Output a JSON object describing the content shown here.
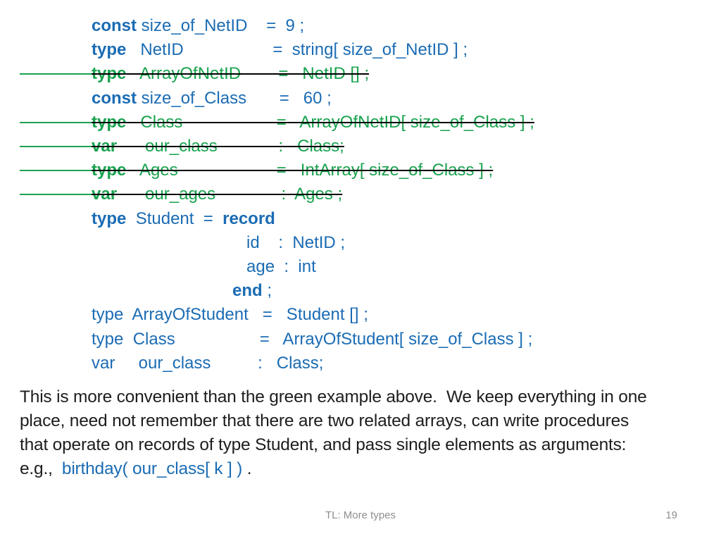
{
  "palette": {
    "background": "#ffffff",
    "blue": "#1b6cb4",
    "green": "#1aa34f",
    "text": "#1d1d1d",
    "gray": "#8f8f8f"
  },
  "code": {
    "lines": [
      {
        "struck": false,
        "segments": [
          {
            "text": "const",
            "bold": true,
            "color": "blue"
          },
          {
            "text": " size_of_NetID    =  9 ;",
            "bold": false,
            "color": "blue"
          }
        ]
      },
      {
        "struck": false,
        "segments": [
          {
            "text": "type",
            "bold": true,
            "color": "blue"
          },
          {
            "text": "   NetID                   =  string[ size_of_NetID ] ;",
            "bold": false,
            "color": "blue"
          }
        ]
      },
      {
        "struck": true,
        "segments": [
          {
            "text": "type",
            "bold": true,
            "color": "green"
          },
          {
            "text": "   ArrayOfNetID        =   NetID [] ;",
            "bold": false,
            "color": "green"
          }
        ]
      },
      {
        "struck": false,
        "segments": [
          {
            "text": "const",
            "bold": true,
            "color": "blue"
          },
          {
            "text": " size_of_Class       =   60 ;",
            "bold": false,
            "color": "blue"
          }
        ]
      },
      {
        "struck": true,
        "segments": [
          {
            "text": "type",
            "bold": true,
            "color": "green"
          },
          {
            "text": "   Class                    =   ArrayOfNetID[ size_of_Class ] ;",
            "bold": false,
            "color": "green"
          }
        ]
      },
      {
        "struck": true,
        "segments": [
          {
            "text": "var",
            "bold": true,
            "color": "green"
          },
          {
            "text": "      our_class             :   Class;",
            "bold": false,
            "color": "green"
          }
        ]
      },
      {
        "struck": true,
        "segments": [
          {
            "text": "type",
            "bold": true,
            "color": "green"
          },
          {
            "text": "   Ages                     =   IntArray[ size_of_Class ] ;",
            "bold": false,
            "color": "green"
          }
        ]
      },
      {
        "struck": true,
        "segments": [
          {
            "text": "var",
            "bold": true,
            "color": "green"
          },
          {
            "text": "      our_ages              :  Ages ;",
            "bold": false,
            "color": "green"
          }
        ]
      },
      {
        "struck": false,
        "segments": [
          {
            "text": "type",
            "bold": true,
            "color": "blue"
          },
          {
            "text": "  Student  =  ",
            "bold": false,
            "color": "blue"
          },
          {
            "text": "record",
            "bold": true,
            "color": "blue"
          }
        ]
      },
      {
        "struck": false,
        "segments": [
          {
            "text": "                                 id    :  NetID ;",
            "bold": false,
            "color": "blue"
          }
        ]
      },
      {
        "struck": false,
        "segments": [
          {
            "text": "                                 age  :  int",
            "bold": false,
            "color": "blue"
          }
        ]
      },
      {
        "struck": false,
        "segments": [
          {
            "text": "                              ",
            "bold": false,
            "color": "blue"
          },
          {
            "text": "end",
            "bold": true,
            "color": "blue"
          },
          {
            "text": " ;",
            "bold": false,
            "color": "blue"
          }
        ]
      },
      {
        "struck": false,
        "segments": [
          {
            "text": "type  ArrayOfStudent   =   Student [] ;",
            "bold": false,
            "color": "blue"
          }
        ]
      },
      {
        "struck": false,
        "segments": [
          {
            "text": "type  Class                  =   ArrayOfStudent[ size_of_Class ] ;",
            "bold": false,
            "color": "blue"
          }
        ]
      },
      {
        "struck": false,
        "segments": [
          {
            "text": "var     our_class          :   Class;",
            "bold": false,
            "color": "blue"
          }
        ]
      }
    ]
  },
  "paragraph": {
    "lines": [
      {
        "segments": [
          {
            "text": "This is more convenient than the green example above.  We keep everything in one",
            "color": "text"
          }
        ]
      },
      {
        "segments": [
          {
            "text": "place, need not remember that there are two related arrays, can write procedures",
            "color": "text"
          }
        ]
      },
      {
        "segments": [
          {
            "text": "that operate on records of type Student, and pass single elements as arguments:",
            "color": "text"
          }
        ]
      },
      {
        "segments": [
          {
            "text": "e.g.,  ",
            "color": "text"
          },
          {
            "text": "birthday( our_class[ k ] )",
            "color": "blue"
          },
          {
            "text": " .",
            "color": "text"
          }
        ]
      }
    ]
  },
  "footer": {
    "title": "TL: More types",
    "page_number": "19"
  }
}
